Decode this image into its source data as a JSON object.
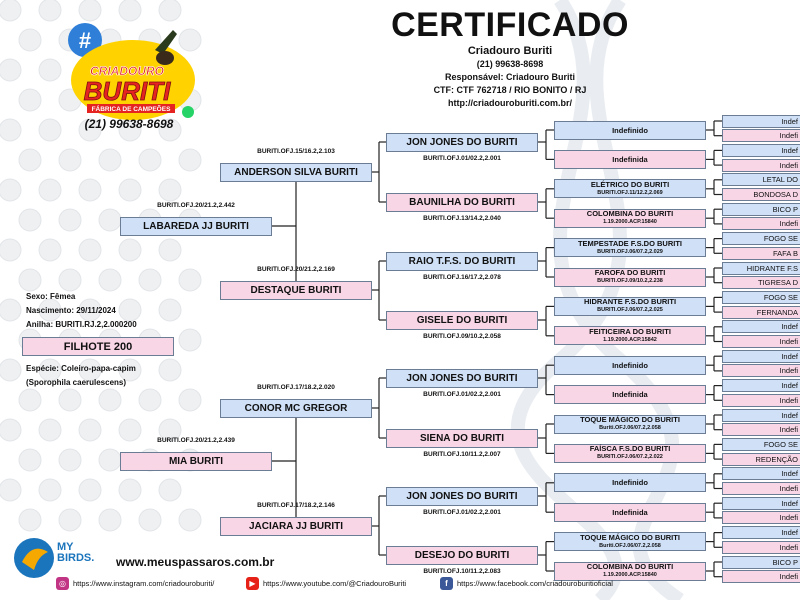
{
  "colors": {
    "blue": "#cfe0f7",
    "pink": "#f9d6e6",
    "accent_red": "#e52421",
    "accent_yellow": "#ffd200"
  },
  "header": {
    "title": "CERTIFICADO",
    "breeder": "Criadouro Buriti",
    "phone": "(21) 99638-8698",
    "responsible": "Responsável: Criadouro Buriti",
    "ctf": "CTF: CTF 762718 / RIO BONITO / RJ",
    "website": "http://criadouroburiti.com.br/"
  },
  "logo": {
    "name_top": "CRIADOURO",
    "name_main": "BURITI",
    "tagline": "FÁBRICA DE CAMPEÕES",
    "phone": "(21) 99638-8698",
    "icon": "whatsapp-icon"
  },
  "bird": {
    "sex": "Sexo: Fêmea",
    "birth": "Nascimento: 29/11/2024",
    "ring": "Anilha: BURITI.RJ.2,2.000200",
    "name": "FILHOTE 200",
    "species": "Espécie: Coleiro-papa-capim",
    "scientific": "(Sporophila caerulescens)"
  },
  "gen1": [
    {
      "name": "LABAREDA JJ BURITI",
      "code": "BURITI.OFJ.20/21.2,2.442",
      "color": "blue"
    },
    {
      "name": "MIA BURITI",
      "code": "BURITI.OFJ.20/21.2,2.439",
      "color": "pink"
    }
  ],
  "gen2": [
    {
      "name": "ANDERSON SILVA BURITI",
      "code": "BURITI.OFJ.15/16.2,2.103",
      "color": "blue"
    },
    {
      "name": "DESTAQUE BURITI",
      "code": "BURITI.OFJ.20/21.2,2.169",
      "color": "pink"
    },
    {
      "name": "CONOR MC GREGOR",
      "code": "BURITI.OFJ.17/18.2,2.020",
      "color": "blue"
    },
    {
      "name": "JACIARA JJ BURITI",
      "code": "BURITI.OFJ.17/18.2,2.146",
      "color": "pink"
    }
  ],
  "gen3": [
    {
      "name": "JON JONES DO BURITI",
      "code": "BURITI.OFJ.01/02.2,2.001",
      "color": "blue"
    },
    {
      "name": "BAUNILHA DO BURITI",
      "code": "BURITI.OFJ.13/14.2,2.040",
      "color": "pink"
    },
    {
      "name": "RAIO T.F.S. DO BURITI",
      "code": "BURITI.OFJ.16/17.2,2.078",
      "color": "blue"
    },
    {
      "name": "GISELE DO BURITI",
      "code": "BURITI.OFJ.09/10.2,2.058",
      "color": "pink"
    },
    {
      "name": "JON JONES DO BURITI",
      "code": "BURITI.OFJ.01/02.2,2.001",
      "color": "blue"
    },
    {
      "name": "SIENA DO BURITI",
      "code": "BURITI.OFJ.10/11.2,2.007",
      "color": "pink"
    },
    {
      "name": "JON JONES DO BURITI",
      "code": "BURITI.OFJ.01/02.2,2.001",
      "color": "blue"
    },
    {
      "name": "DESEJO DO BURITI",
      "code": "BURITI.OFJ.10/11.2,2.083",
      "color": "pink"
    }
  ],
  "gen4": [
    {
      "name": "Indefinido",
      "code": "",
      "color": "blue"
    },
    {
      "name": "Indefinida",
      "code": "",
      "color": "pink"
    },
    {
      "name": "ELÉTRICO DO BURITI",
      "code": "BURITI.OFJ.11/12.2,2.069",
      "color": "blue"
    },
    {
      "name": "COLOMBINA DO BURITI",
      "code": "1.19.2000.ACP.15840",
      "color": "pink"
    },
    {
      "name": "TEMPESTADE F.S.DO BURITI",
      "code": "BURITI.OFJ.06/07.2,2.029",
      "color": "blue"
    },
    {
      "name": "FAROFA DO BURITI",
      "code": "BURITI.OFJ.09/10.2,2.238",
      "color": "pink"
    },
    {
      "name": "HIDRANTE F.S.DO BURITI",
      "code": "BURITI.OFJ.06/07.2,2.025",
      "color": "blue"
    },
    {
      "name": "FEITICEIRA DO BURITI",
      "code": "1.19.2000.ACP.15842",
      "color": "pink"
    },
    {
      "name": "Indefinido",
      "code": "",
      "color": "blue"
    },
    {
      "name": "Indefinida",
      "code": "",
      "color": "pink"
    },
    {
      "name": "TOQUE MÁGICO DO BURITI",
      "code": "Buriti.OFJ.06/07.2,2.058",
      "color": "blue"
    },
    {
      "name": "FAÍSCA F.S.DO BURITI",
      "code": "BURITI.OFJ.06/07.2,2.022",
      "color": "pink"
    },
    {
      "name": "Indefinido",
      "code": "",
      "color": "blue"
    },
    {
      "name": "Indefinida",
      "code": "",
      "color": "pink"
    },
    {
      "name": "TOQUE MÁGICO DO BURITI",
      "code": "Buriti.OFJ.06/07.2,2.058",
      "color": "blue"
    },
    {
      "name": "COLOMBINA DO BURITI",
      "code": "1.19.2000.ACP.15840",
      "color": "pink"
    }
  ],
  "gen5": [
    "Indef",
    "Indefi",
    "Indef",
    "Indefi",
    "LETAL DO",
    "BONDOSA D",
    "BICO P",
    "Indefi",
    "FOGO SE",
    "FAFA B",
    "HIDRANTE F.S",
    "TIGRESA D",
    "FOGO SE",
    "FERNANDA",
    "Indef",
    "Indefi",
    "Indef",
    "Indefi",
    "Indef",
    "Indefi",
    "Indef",
    "Indefi",
    "FOGO SE",
    "REDENÇÃO",
    "Indef",
    "Indefi",
    "Indef",
    "Indefi",
    "Indef",
    "Indefi",
    "BICO P",
    "Indefi"
  ],
  "footer": {
    "brand_top": "MY",
    "brand_bottom": "BIRDS.",
    "site": "www.meuspassaros.com.br",
    "instagram": "https://www.instagram.com/criadouroburiti/",
    "youtube": "https://www.youtube.com/@CriadouroBuriti",
    "facebook": "https://www.facebook.com/criadouroburitioficial"
  }
}
